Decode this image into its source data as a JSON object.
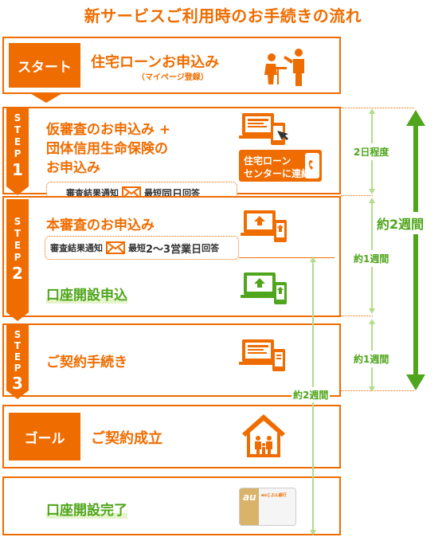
{
  "title": "新サービスご利用時のお手続きの流れ",
  "start": {
    "label": "スタート",
    "text": "住宅ローンお申込み",
    "sub": "（マイページ登録）"
  },
  "step1": {
    "letters": [
      "S",
      "T",
      "E",
      "P"
    ],
    "num": "1",
    "line1": "仮審査のお申込み +",
    "line2": "団体信用生命保険の",
    "line3": "お申込み",
    "badge1": "住宅ローン",
    "badge2": "センターに連絡",
    "notice": {
      "pre": "審査結果通知",
      "mid": "最短",
      "bold": "同日",
      "post": "回答"
    }
  },
  "step2": {
    "letters": [
      "S",
      "T",
      "E",
      "P"
    ],
    "num": "2",
    "line1": "本審査のお申込み",
    "notice": {
      "pre": "審査結果通知",
      "mid": "最短",
      "bold": "2～3営業日",
      "post": "回答"
    },
    "account": "口座開設申込"
  },
  "step3": {
    "letters": [
      "S",
      "T",
      "E",
      "P"
    ],
    "num": "3",
    "text": "ご契約手続き"
  },
  "goal": {
    "label": "ゴール",
    "text": "ご契約成立"
  },
  "final": {
    "text": "口座開設完了",
    "card_brand": "au",
    "card_bank": "auじぶん銀行"
  },
  "durations": {
    "step1": "2日程度",
    "step2": "約1週間",
    "step3": "約1週間",
    "total": "約2週間",
    "account": "約2週間"
  },
  "colors": {
    "orange": "#ef6c00",
    "green": "#4fa51b",
    "light_green": "#b4dc8c"
  }
}
